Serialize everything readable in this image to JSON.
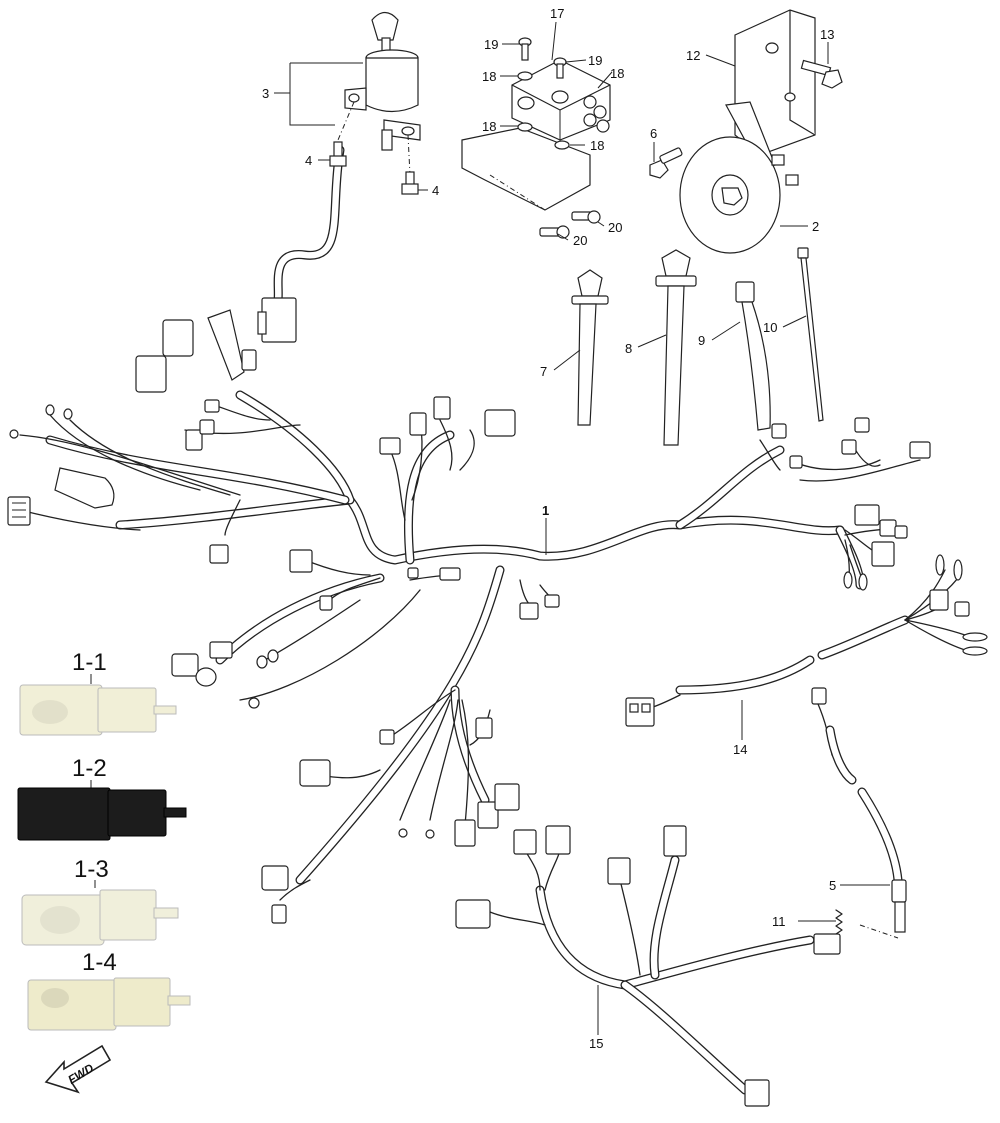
{
  "callouts": {
    "c1": "1",
    "c2": "2",
    "c3": "3",
    "c4a": "4",
    "c4b": "4",
    "c5": "5",
    "c6": "6",
    "c7": "7",
    "c8": "8",
    "c9": "9",
    "c10": "10",
    "c11": "11",
    "c12": "12",
    "c13": "13",
    "c14": "14",
    "c15": "15",
    "c17": "17",
    "c18a": "18",
    "c18b": "18",
    "c18c": "18",
    "c18d": "18",
    "c19a": "19",
    "c19b": "19",
    "c20a": "20",
    "c20b": "20"
  },
  "photos": [
    {
      "label": "1-1",
      "color": "#f1efd7"
    },
    {
      "label": "1-2",
      "color": "#1c1c1c"
    },
    {
      "label": "1-3",
      "color": "#f0efdb"
    },
    {
      "label": "1-4",
      "color": "#eeebcb"
    }
  ],
  "fwd": {
    "label": "FWD",
    "icon": "fwd-arrow-icon"
  }
}
